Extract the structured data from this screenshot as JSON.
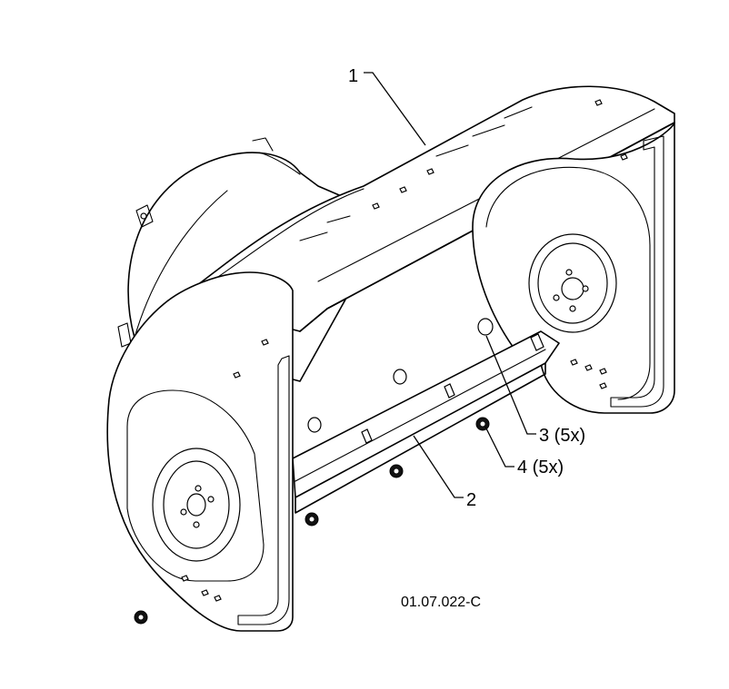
{
  "callouts": [
    {
      "id": "1",
      "label": "1"
    },
    {
      "id": "2",
      "label": "2"
    },
    {
      "id": "3",
      "label": "3 (5x)"
    },
    {
      "id": "4",
      "label": "4 (5x)"
    }
  ],
  "drawing_number": "01.07.022-C"
}
